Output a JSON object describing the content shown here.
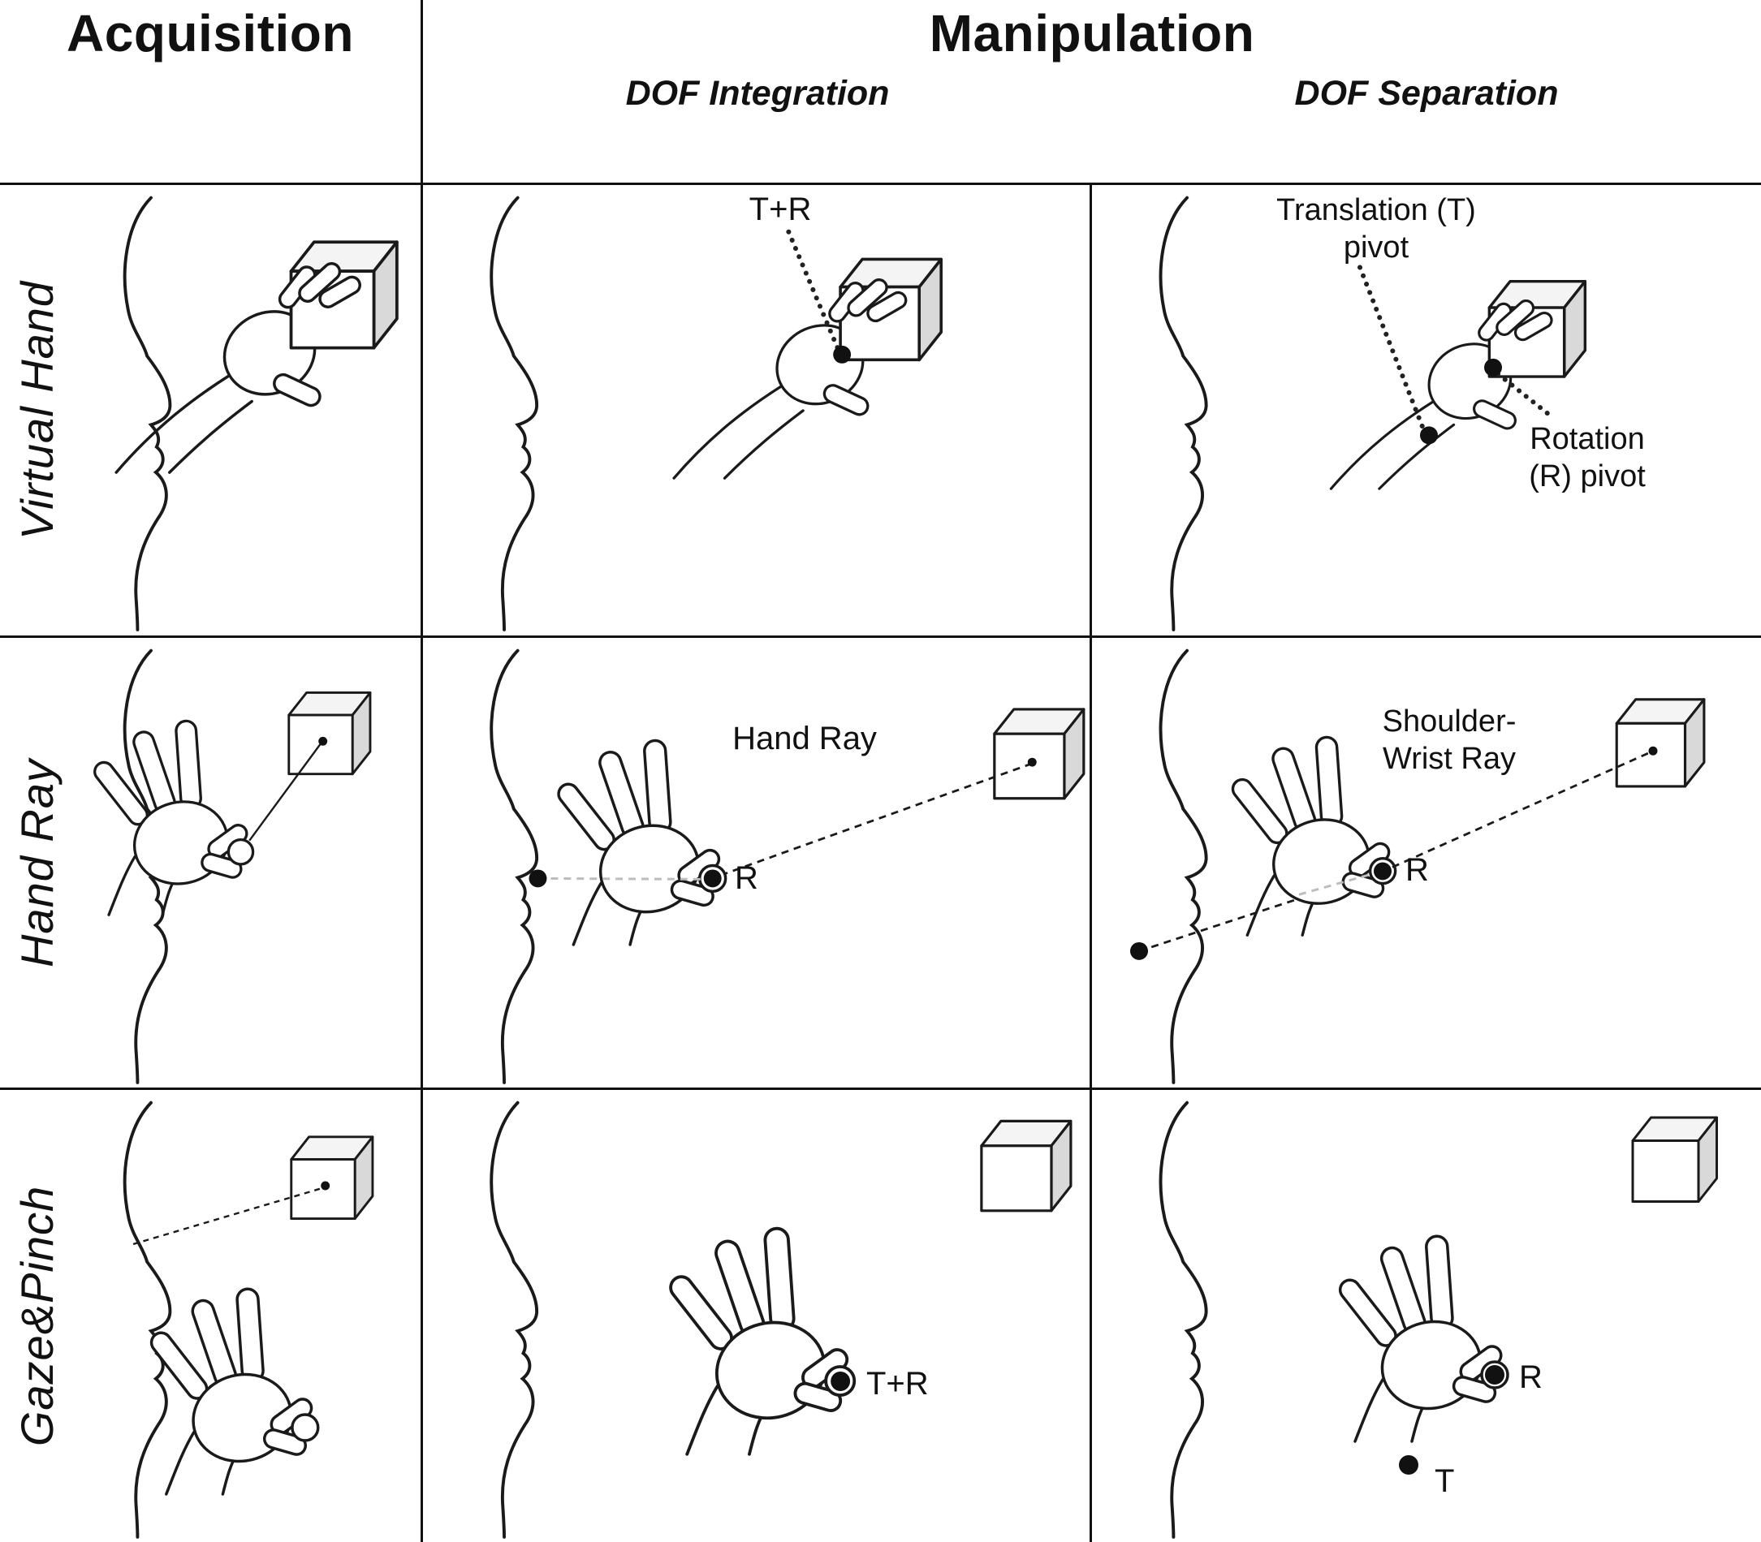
{
  "header": {
    "acquisition": "Acquisition",
    "manipulation": "Manipulation",
    "dof_integration": "DOF Integration",
    "dof_separation": "DOF Separation"
  },
  "rows": [
    {
      "label": "Virtual Hand"
    },
    {
      "label": "Hand Ray"
    },
    {
      "label": "Gaze&Pinch"
    }
  ],
  "annotations": {
    "r1c2_tr": "T+R",
    "r1c3_translation": "Translation (T)\npivot",
    "r1c3_rotation": "Rotation\n(R) pivot",
    "r2c2_label": "Hand Ray",
    "r2c2_r": "R",
    "r2c3_label": "Shoulder-\nWrist Ray",
    "r2c3_r": "R",
    "r3c2_tr": "T+R",
    "r3c3_r": "R",
    "r3c3_t": "T"
  },
  "colors": {
    "line": "#1a1a1a",
    "cube_top": "#f4f4f4",
    "cube_side": "#d9d9d9",
    "ray_gray": "#bdbdbd"
  }
}
